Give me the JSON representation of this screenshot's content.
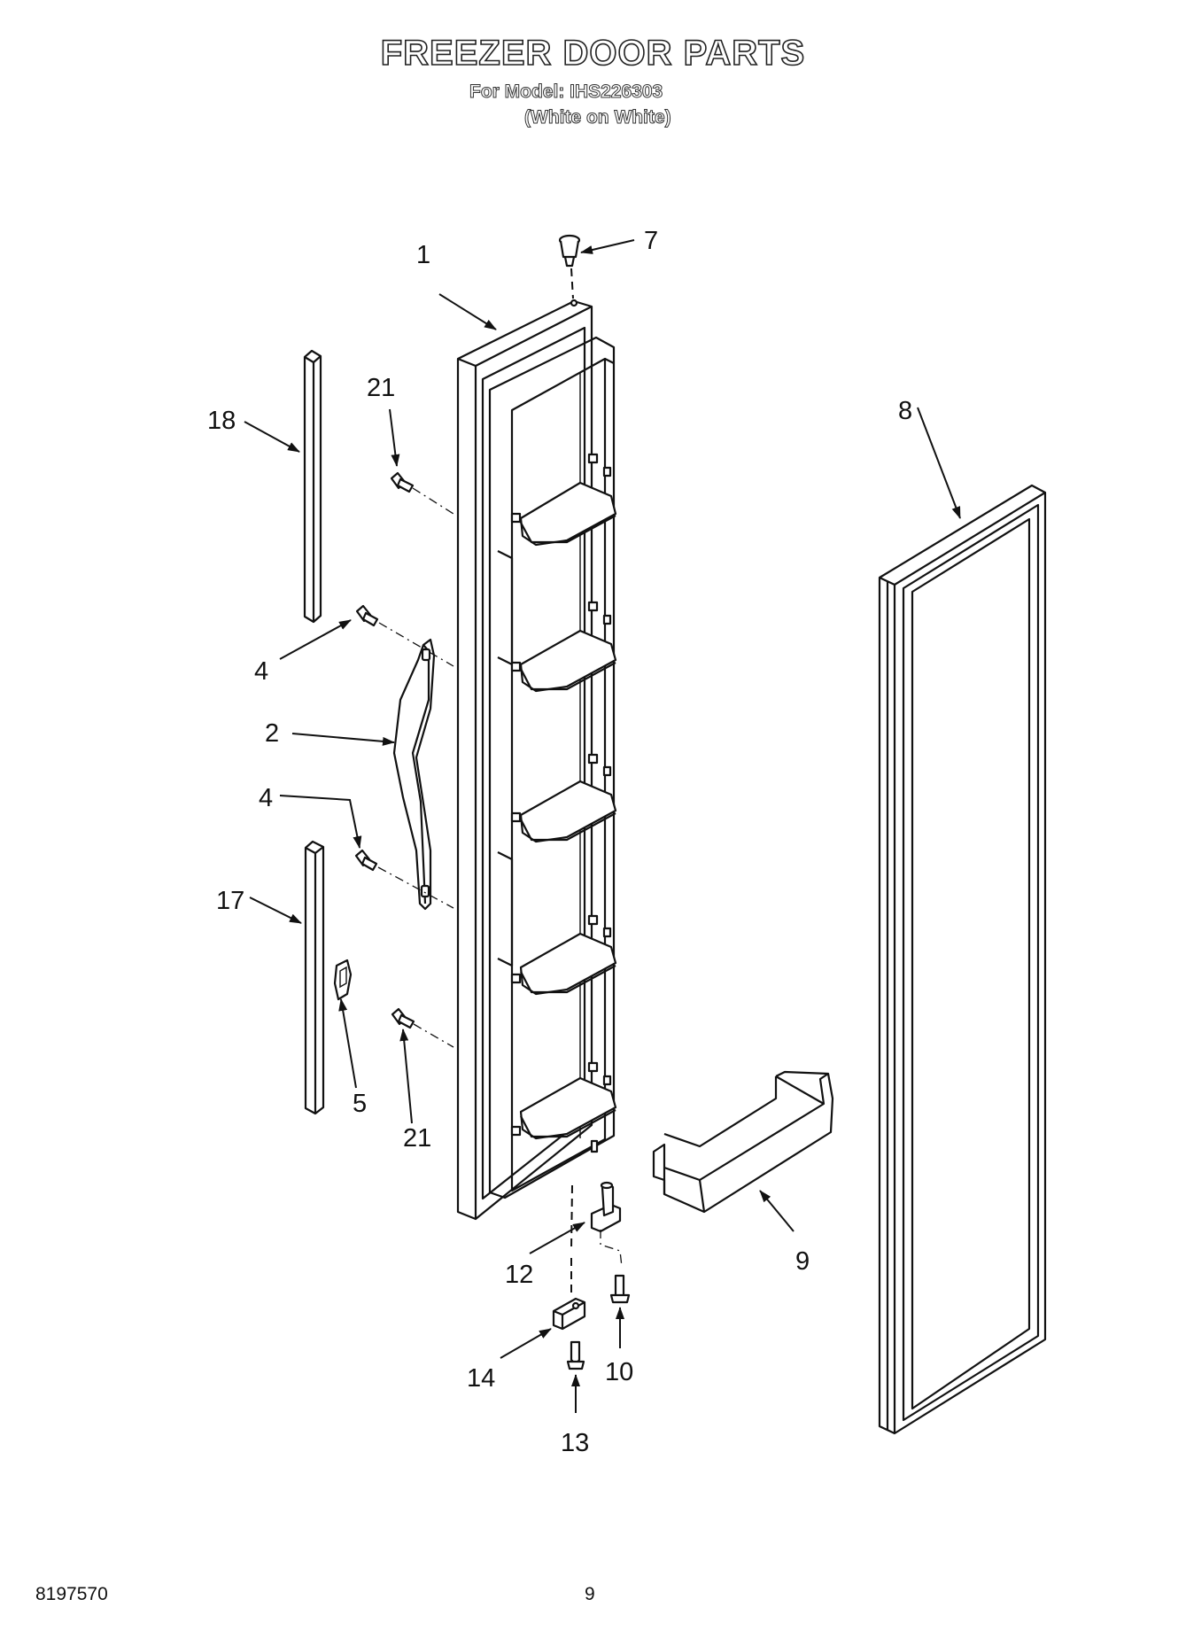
{
  "header": {
    "title": "FREEZER DOOR PARTS",
    "model_line": "For Model: IHS226303",
    "color_line": "(White on White)"
  },
  "callouts": [
    {
      "label": "1"
    },
    {
      "label": "7"
    },
    {
      "label": "21"
    },
    {
      "label": "18"
    },
    {
      "label": "8"
    },
    {
      "label": "4"
    },
    {
      "label": "2"
    },
    {
      "label": "4"
    },
    {
      "label": "17"
    },
    {
      "label": "5"
    },
    {
      "label": "21"
    },
    {
      "label": "9"
    },
    {
      "label": "12"
    },
    {
      "label": "10"
    },
    {
      "label": "14"
    },
    {
      "label": "13"
    }
  ],
  "footer": {
    "doc_number": "8197570",
    "page_number": "9"
  }
}
